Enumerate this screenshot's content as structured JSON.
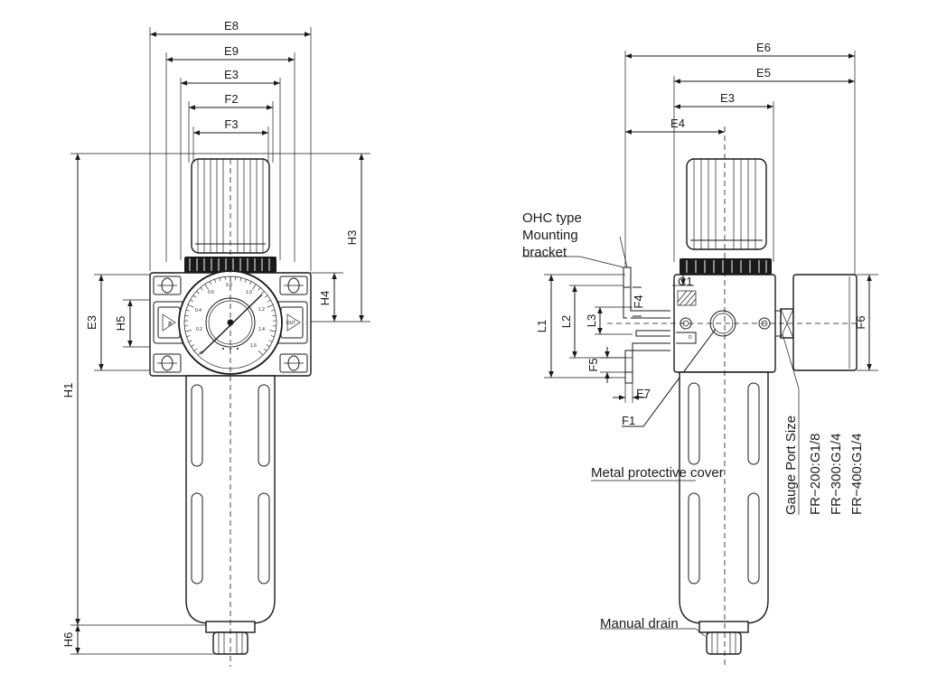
{
  "front_view": {
    "dimensions": {
      "e8": "E8",
      "e9": "E9",
      "e3": "E3",
      "f2": "F2",
      "f3": "F3",
      "h1": "H1",
      "h3": "H3",
      "h4": "H4",
      "h5": "H5",
      "h6": "H6",
      "e3_side": "E3"
    },
    "port_in": "IN",
    "port_out": "OUT",
    "gauge_scale": [
      "0.2",
      "0.4",
      "0.6",
      "0.8",
      "1.0",
      "1.2",
      "1.4",
      "1.6"
    ]
  },
  "side_view": {
    "dimensions": {
      "e6": "E6",
      "e5": "E5",
      "e3": "E3",
      "e4": "E4",
      "c1": "C1",
      "f4": "F4",
      "l1": "L1",
      "l2": "L2",
      "l3": "L3",
      "f5": "F5",
      "e7": "E7",
      "f1": "F1",
      "f6": "F6"
    },
    "callouts": {
      "bracket_line1": "OHC type",
      "bracket_line2": "Mounting",
      "bracket_line3": "bracket",
      "cover": "Metal protective cover",
      "drain": "Manual drain"
    },
    "gauge_port": {
      "title": "Gauge Port Size",
      "lines": [
        "FR−200:G1/8",
        "FR−300:G1/4",
        "FR−400:G1/4"
      ]
    }
  }
}
